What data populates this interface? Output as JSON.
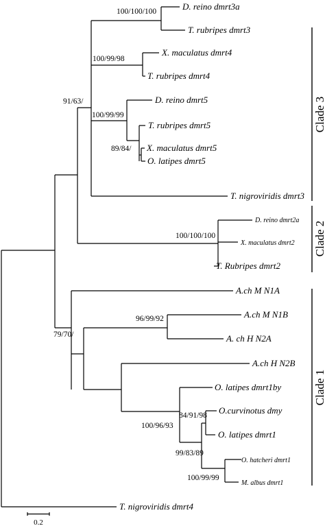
{
  "leaves": {
    "d_reino_dmrt3a": "D. reino dmrt3a",
    "t_rubripes_dmrt3": "T. rubripes dmrt3",
    "x_maculatus_dmrt4": "X. maculatus dmrt4",
    "t_rubripes_dmrt4": "T. rubripes dmrt4",
    "d_reino_dmrt5": "D. reino dmrt5",
    "t_rubripes_dmrt5": "T. rubripes dmrt5",
    "x_maculatus_dmrt5": "X. maculatus dmrt5",
    "o_latipes_dmrt5": "O. latipes dmrt5",
    "t_nigroviridis_dmrt3": "T. nigroviridis dmrt3",
    "d_reino_dmrt2a": "D. reino dmrt2a",
    "x_maculatus_dmrt2": "X. maculatus dmrt2",
    "t_rubripes_dmrt2": "T. Rubripes dmrt2",
    "ach_m_n1a": "A.ch M N1A",
    "ach_m_n1b": "A.ch M N1B",
    "ach_h_n2a": "A. ch H N2A",
    "ach_h_n2b": "A.ch H N2B",
    "o_latipes_dmrt1by": "O. latipes dmrt1by",
    "o_curvinotus_dmy": "O.curvinotus dmy",
    "o_latipes_dmrt1": "O. latipes dmrt1",
    "o_hatcheri_dmrt1": "O. hatcheri dmrt1",
    "m_albus_dmrt1": "M. albus dmrt1",
    "t_nigroviridis_dmrt4": "T. nigroviridis dmrt4"
  },
  "support": {
    "dmrt3_node": "100/100/100",
    "dmrt4_node": "100/99/98",
    "clade3_node": "91/63/",
    "dmrt5_node": "100/99/99",
    "dmrt5_inner_node": "89/84/",
    "clade2_node": "100/100/100",
    "ach_n1b_n2a_node": "96/99/92",
    "clade1_node": "79/70/",
    "dmrt1_outer_node": "100/96/93",
    "dmy_node": "84/91/98",
    "dmrt1_node": "99/83/89",
    "hatcheri_albus_node": "100/99/99"
  },
  "clades": {
    "clade3": "Clade 3",
    "clade2": "Clade 2",
    "clade1": "Clade 1"
  },
  "scale": {
    "label": "0.2"
  }
}
